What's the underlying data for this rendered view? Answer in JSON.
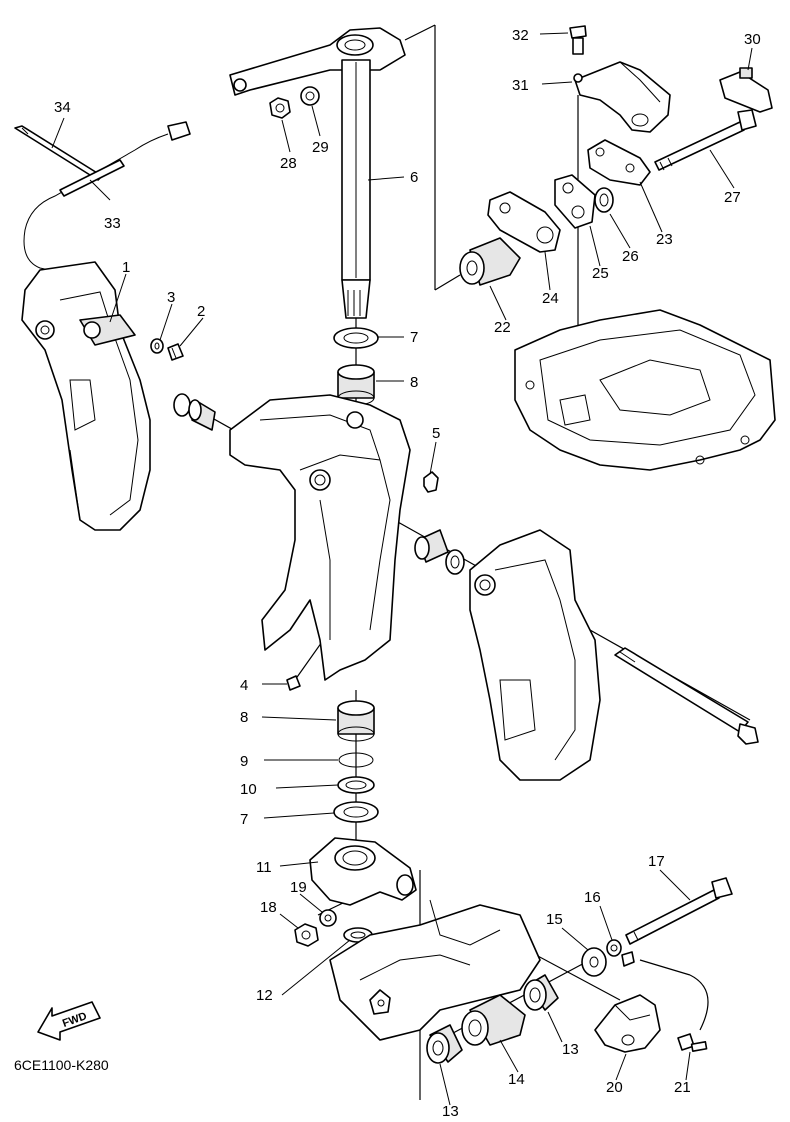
{
  "diagram_code": "6CE1100-K280",
  "fwd_label": "FWD",
  "callouts": {
    "c1": "1",
    "c2": "2",
    "c3": "3",
    "c4": "4",
    "c5": "5",
    "c6": "6",
    "c7a": "7",
    "c7b": "7",
    "c8a": "8",
    "c8b": "8",
    "c9": "9",
    "c10": "10",
    "c11": "11",
    "c12": "12",
    "c13a": "13",
    "c13b": "13",
    "c14": "14",
    "c15": "15",
    "c16": "16",
    "c17": "17",
    "c18": "18",
    "c19": "19",
    "c20": "20",
    "c21": "21",
    "c22": "22",
    "c23": "23",
    "c24": "24",
    "c25": "25",
    "c26": "26",
    "c27": "27",
    "c28": "28",
    "c29": "29",
    "c30": "30",
    "c31": "31",
    "c32": "32",
    "c33": "33",
    "c34": "34"
  }
}
